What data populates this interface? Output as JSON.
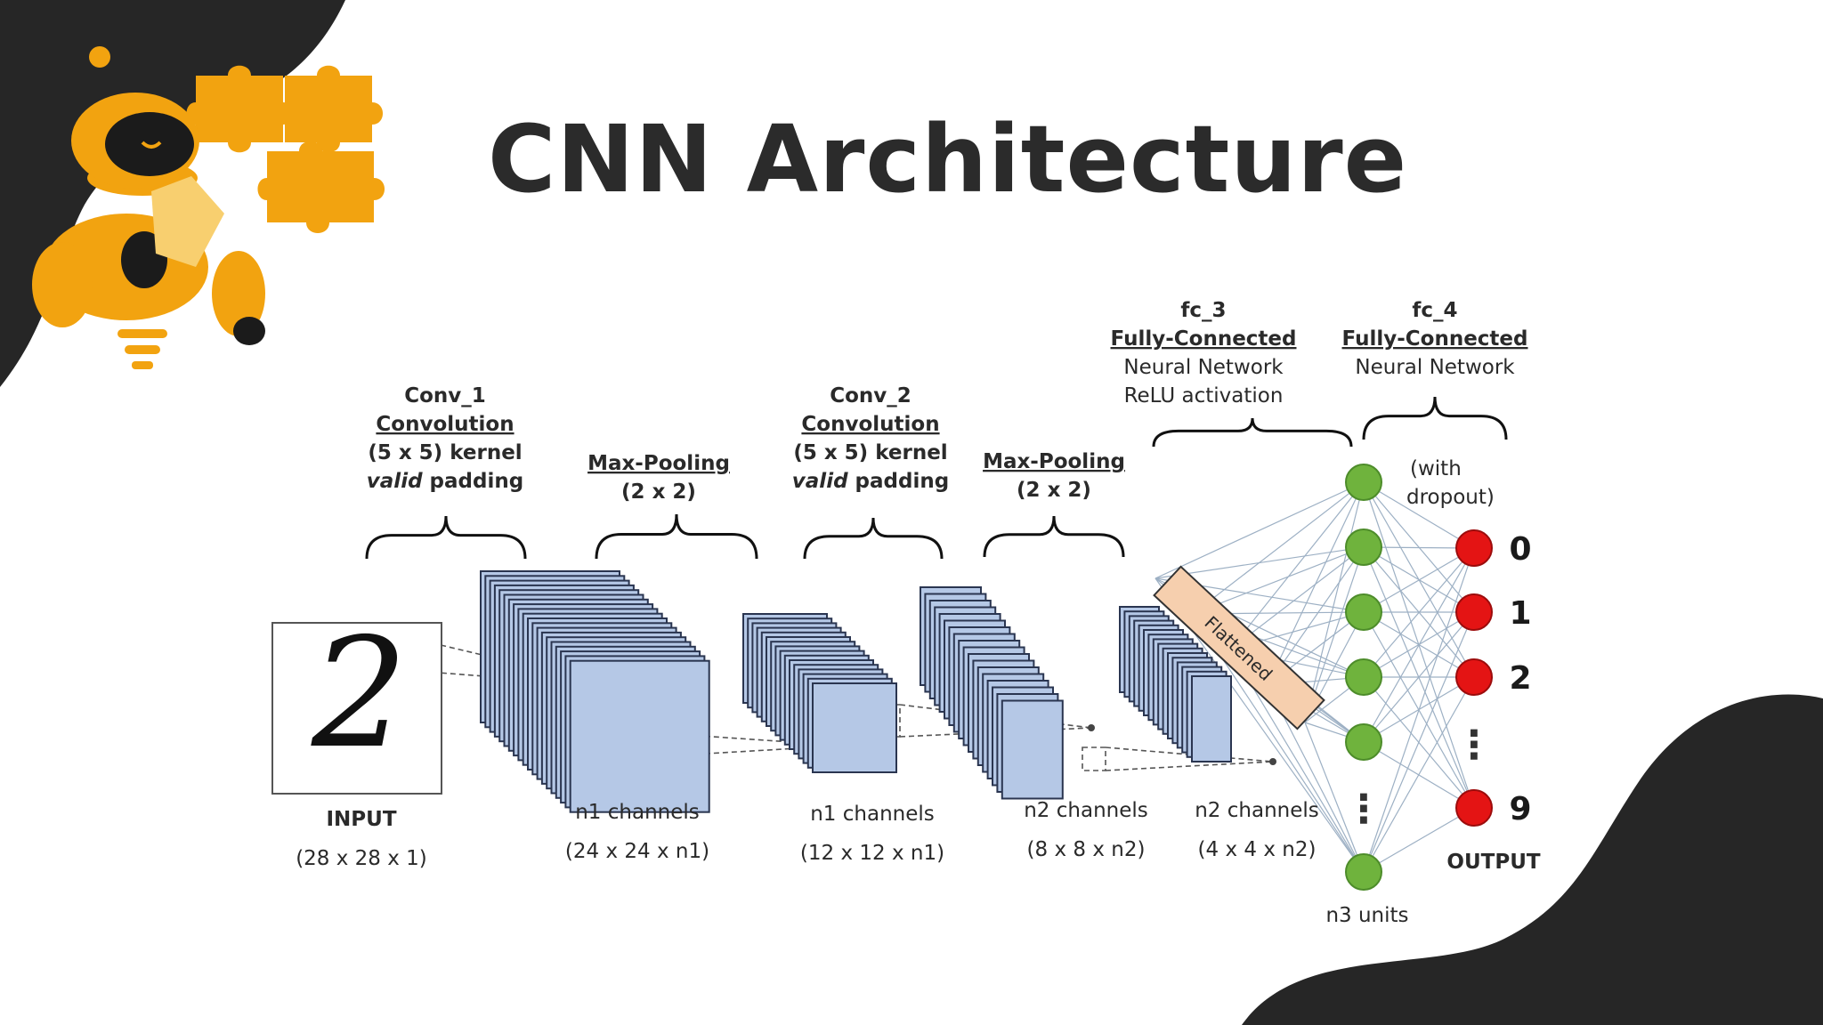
{
  "title": "CNN Architecture",
  "colors": {
    "dark_shape": "#262626",
    "accent": "#f2a310",
    "feature_map_fill": "#b5c8e6",
    "feature_map_stroke": "#2a3550",
    "hidden_node": "#6fb33d",
    "output_node": "#e41414",
    "flatten_bar": "#f6cfae"
  },
  "icons": {
    "robot": "robot-mascot-icon",
    "puzzle": "puzzle-pieces-icon"
  },
  "diagram": {
    "groups": [
      {
        "id": "conv1",
        "name": "Conv_1",
        "type": "Convolution",
        "line3": "(5 x 5) kernel",
        "line4_italic": "valid",
        "line4_rest": " padding"
      },
      {
        "id": "pool1",
        "type": "Max-Pooling",
        "size": "(2 x 2)"
      },
      {
        "id": "conv2",
        "name": "Conv_2",
        "type": "Convolution",
        "line3": "(5 x 5) kernel",
        "line4_italic": "valid",
        "line4_rest": " padding"
      },
      {
        "id": "pool2",
        "type": "Max-Pooling",
        "size": "(2 x 2)"
      },
      {
        "id": "fc3",
        "name": "fc_3",
        "type": "Fully-Connected",
        "line3": "Neural Network",
        "line4": "ReLU activation"
      },
      {
        "id": "fc4",
        "name": "fc_4",
        "type": "Fully-Connected",
        "line3": "Neural Network"
      }
    ],
    "input": {
      "label": "INPUT",
      "dims": "(28 x 28 x 1)",
      "digit": "2"
    },
    "feature_maps": [
      {
        "label": "n1 channels",
        "dims": "(24 x 24 x n1)"
      },
      {
        "label": "n1 channels",
        "dims": "(12 x 12 x n1)"
      },
      {
        "label": "n2 channels",
        "dims": "(8 x 8 x n2)"
      },
      {
        "label": "n2 channels",
        "dims": "(4 x 4 x n2)"
      }
    ],
    "flattened": "Flattened",
    "dropout_note": [
      "(with",
      "dropout)"
    ],
    "hidden_units_label": "n3 units",
    "outputs": [
      "0",
      "1",
      "2",
      "9"
    ],
    "output_label": "OUTPUT",
    "ellipsis": "⋮"
  }
}
